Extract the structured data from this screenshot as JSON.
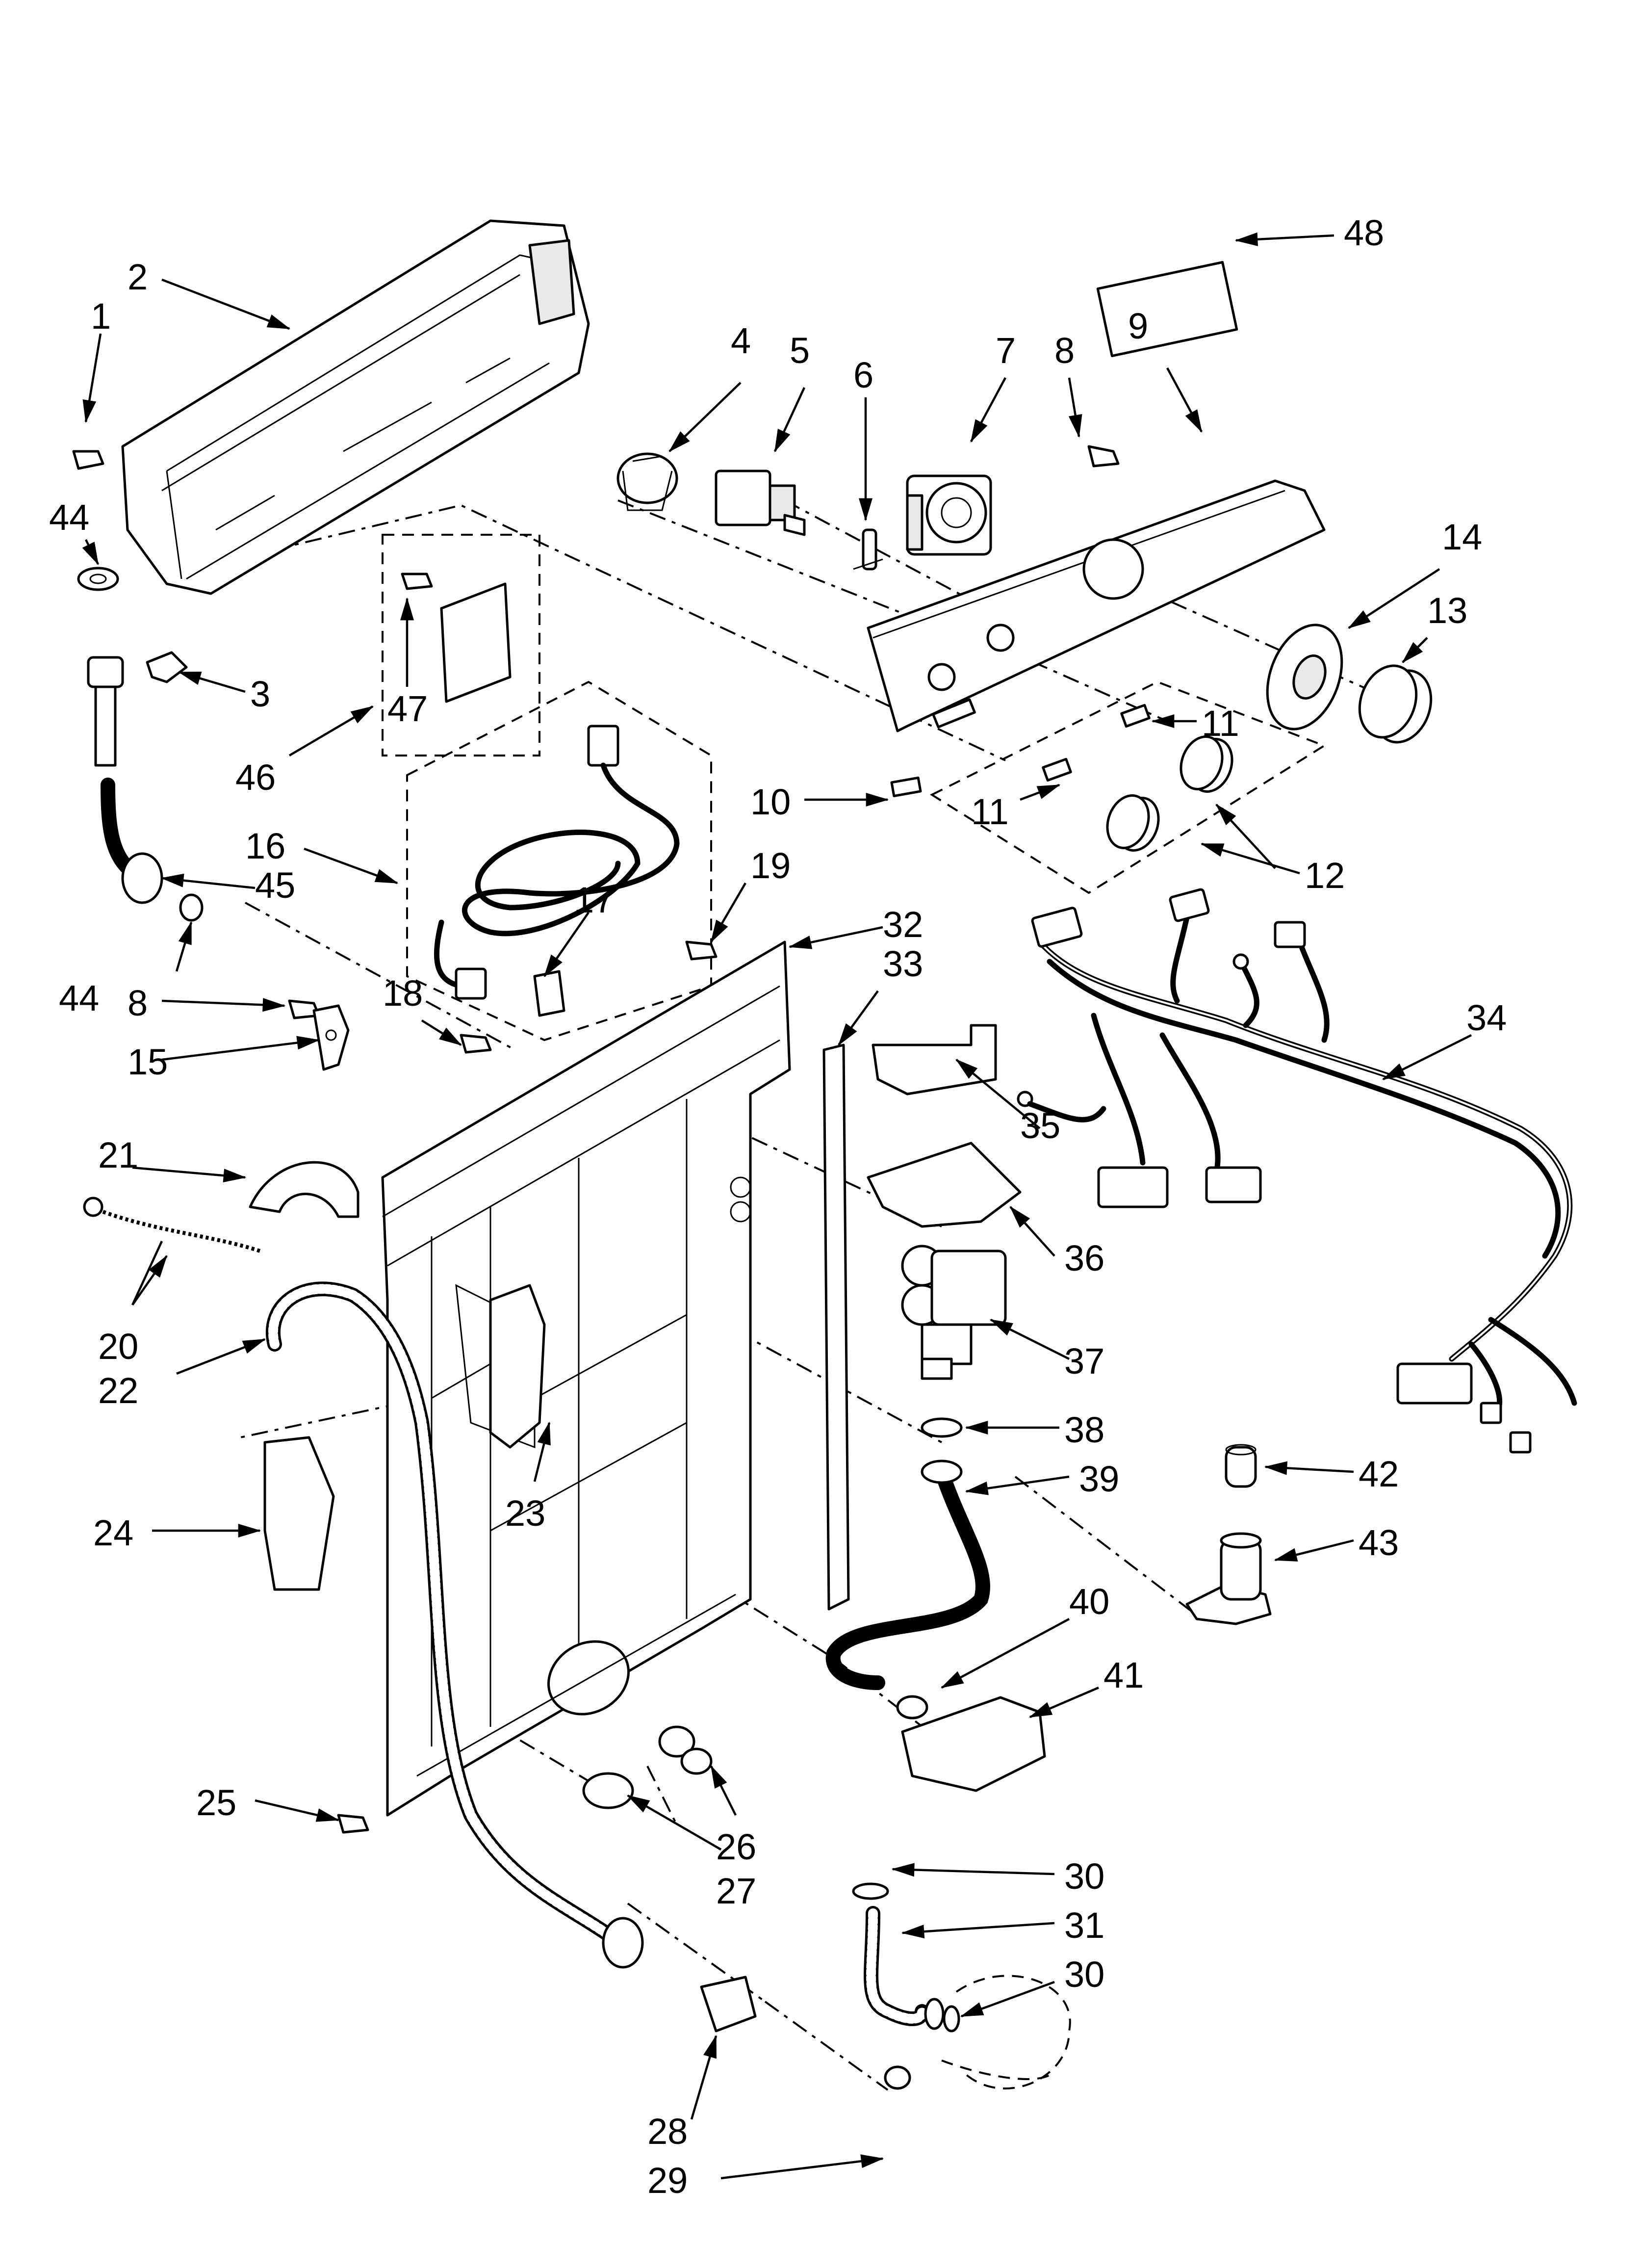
{
  "diagram": {
    "callouts": [
      "1",
      "2",
      "3",
      "4",
      "5",
      "6",
      "7",
      "8",
      "9",
      "10",
      "11",
      "12",
      "13",
      "14",
      "15",
      "16",
      "17",
      "18",
      "19",
      "20",
      "21",
      "22",
      "23",
      "24",
      "25",
      "26",
      "27",
      "28",
      "29",
      "30",
      "31",
      "32",
      "33",
      "34",
      "35",
      "36",
      "37",
      "38",
      "39",
      "40",
      "41",
      "42",
      "43",
      "44",
      "45",
      "46",
      "47",
      "48"
    ],
    "label_48": "48",
    "label_2": "2",
    "label_1": "1",
    "label_4": "4",
    "label_5": "5",
    "label_6": "6",
    "label_7": "7",
    "label_8a": "8",
    "label_9": "9",
    "label_44a": "44",
    "label_14": "14",
    "label_13": "13",
    "label_3": "3",
    "label_47": "47",
    "label_11a": "11",
    "label_46": "46",
    "label_10": "10",
    "label_11b": "11",
    "label_16": "16",
    "label_45": "45",
    "label_12": "12",
    "label_19": "19",
    "label_32": "32",
    "label_17": "17",
    "label_33": "33",
    "label_44b": "44",
    "label_18": "18",
    "label_8b": "8",
    "label_34": "34",
    "label_15": "15",
    "label_35": "35",
    "label_21": "21",
    "label_20": "20",
    "label_36": "36",
    "label_22": "22",
    "label_37": "37",
    "label_38": "38",
    "label_39": "39",
    "label_24": "24",
    "label_23": "23",
    "label_42": "42",
    "label_43": "43",
    "label_40": "40",
    "label_41": "41",
    "label_25": "25",
    "label_26": "26",
    "label_27": "27",
    "label_30a": "30",
    "label_31": "31",
    "label_30b": "30",
    "label_28": "28",
    "label_29": "29"
  }
}
